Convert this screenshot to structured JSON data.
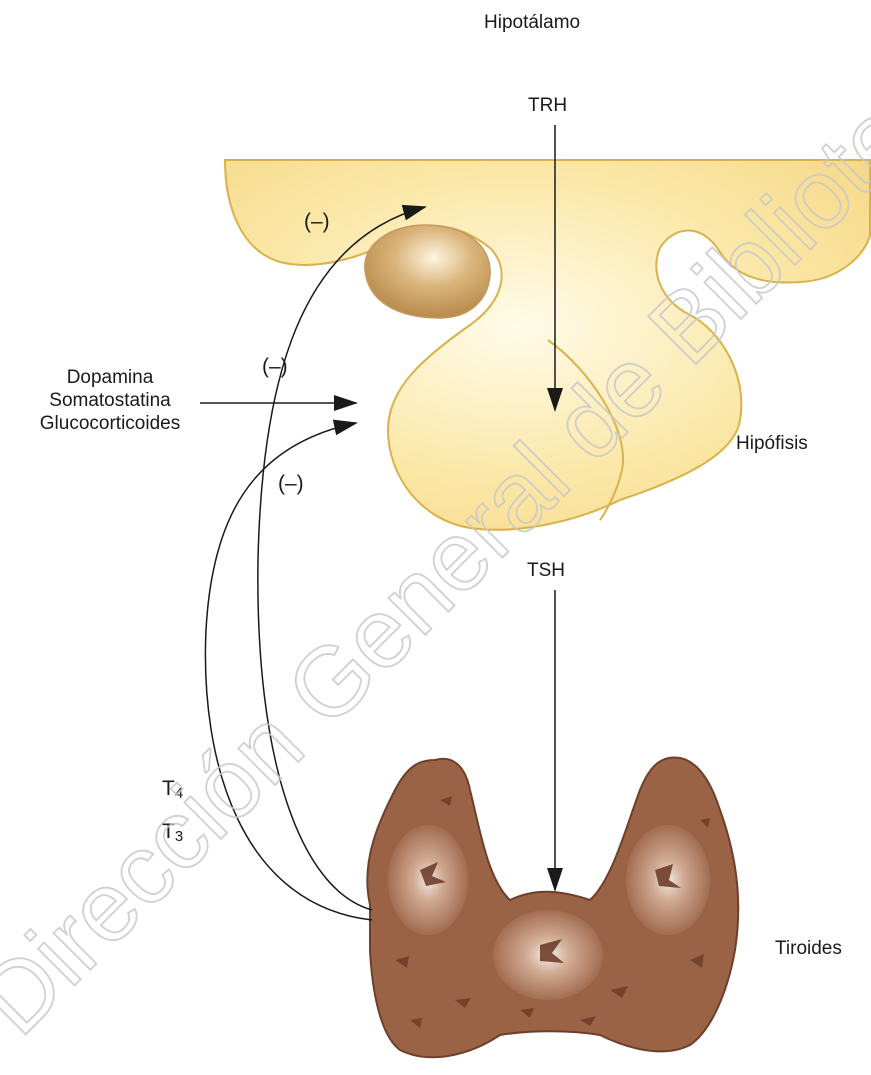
{
  "labels": {
    "hypothalamus": "Hipotálamo",
    "trh": "TRH",
    "pituitary": "Hipófisis",
    "tsh": "TSH",
    "thyroid": "Tiroides",
    "inhibitors": [
      "Dopamina",
      "Somatostatina",
      "Glucocorticoides"
    ],
    "negative_feedback": "(–)",
    "t4_letter": "T",
    "t4_sub": "4",
    "t3_letter": "T",
    "t3_sub": "3"
  },
  "watermark": "Dirección General de Bibliotecas",
  "colors": {
    "gland_fill": "#fbe7a6",
    "gland_stroke": "#d9b24a",
    "stalk_bulb": "#c49a5e",
    "thyroid_fill": "#9b6346",
    "thyroid_dark": "#6e3f2a",
    "arrow": "#1a1a1a",
    "watermark": "#c8c8c8"
  }
}
